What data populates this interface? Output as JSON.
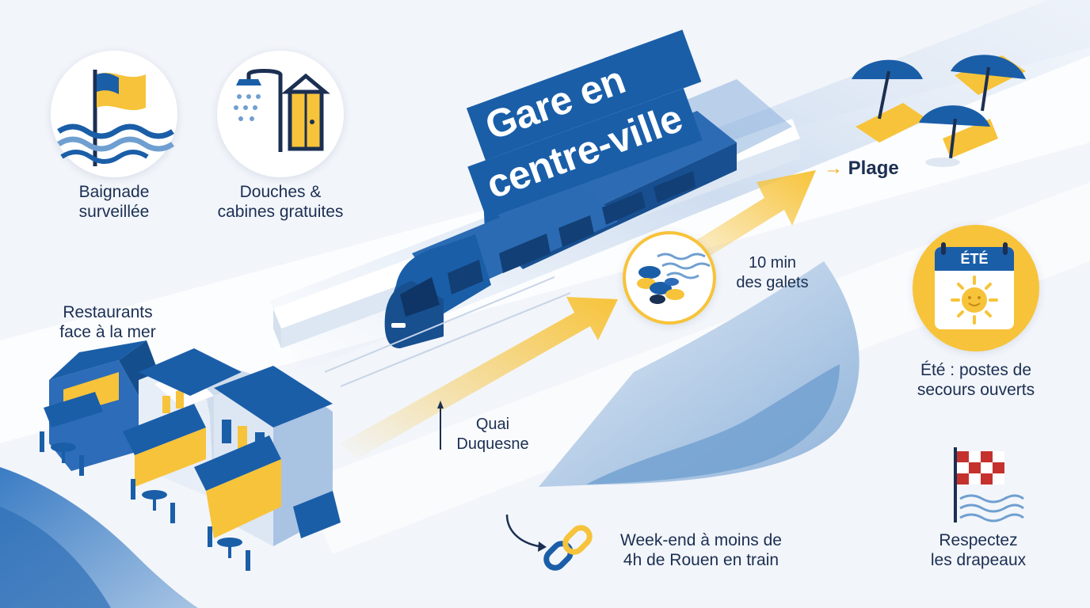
{
  "colors": {
    "primary": "#1a5ea8",
    "accent": "#f7c33a",
    "text": "#1b2f52"
  },
  "headline": {
    "line1": "Gare en",
    "line2": "centre-ville"
  },
  "features": {
    "baignade": {
      "line1": "Baignade",
      "line2": "surveillée",
      "icon": "flag-waves-icon"
    },
    "douches": {
      "line1": "Douches &",
      "line2": "cabines gratuites",
      "icon": "shower-cabin-icon"
    },
    "restaurants": {
      "line1": "Restaurants",
      "line2": "face à la mer",
      "icon": "seafront-buildings-icon"
    },
    "plage": {
      "label": "Plage",
      "arrow": "→",
      "icon": "beach-umbrellas-icon"
    },
    "galets": {
      "line1": "10 min",
      "line2": "des galets",
      "icon": "pebbles-icon"
    },
    "ete": {
      "badge": "ÉTÉ",
      "line1": "Été : postes de",
      "line2": "secours ouverts",
      "icon": "summer-calendar-icon"
    },
    "quai": {
      "line1": "Quai",
      "line2": "Duquesne"
    },
    "weekend": {
      "line1": "Week-end à moins de",
      "line2": "4h de Rouen en train",
      "icon": "chain-link-icon"
    },
    "drapeaux": {
      "line1": "Respectez",
      "line2": "les drapeaux",
      "icon": "checkered-flag-icon"
    }
  }
}
